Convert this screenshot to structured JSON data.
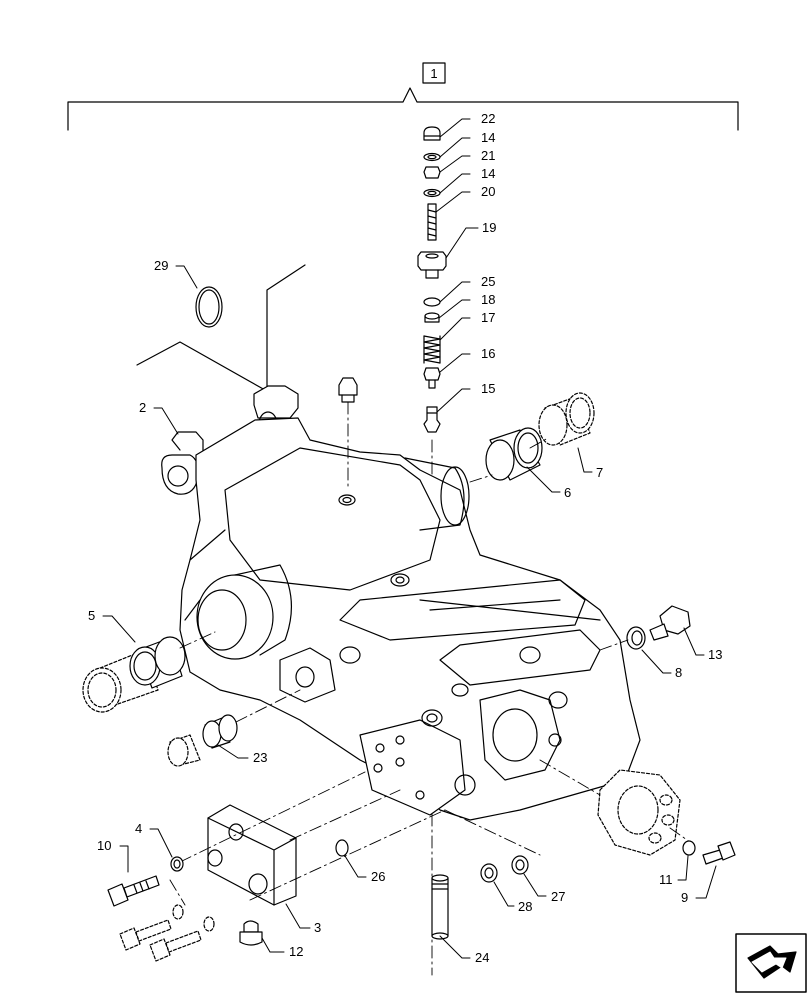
{
  "assembly": {
    "label": "1"
  },
  "parts": [
    {
      "id": "p22",
      "label": "22"
    },
    {
      "id": "p14a",
      "label": "14"
    },
    {
      "id": "p21",
      "label": "21"
    },
    {
      "id": "p14b",
      "label": "14"
    },
    {
      "id": "p20",
      "label": "20"
    },
    {
      "id": "p19",
      "label": "19"
    },
    {
      "id": "p25",
      "label": "25"
    },
    {
      "id": "p18",
      "label": "18"
    },
    {
      "id": "p17",
      "label": "17"
    },
    {
      "id": "p16",
      "label": "16"
    },
    {
      "id": "p15",
      "label": "15"
    },
    {
      "id": "p29",
      "label": "29"
    },
    {
      "id": "p2",
      "label": "2"
    },
    {
      "id": "p7",
      "label": "7"
    },
    {
      "id": "p6",
      "label": "6"
    },
    {
      "id": "p5",
      "label": "5"
    },
    {
      "id": "p13",
      "label": "13"
    },
    {
      "id": "p8",
      "label": "8"
    },
    {
      "id": "p23",
      "label": "23"
    },
    {
      "id": "p4",
      "label": "4"
    },
    {
      "id": "p10",
      "label": "10"
    },
    {
      "id": "p26",
      "label": "26"
    },
    {
      "id": "p3",
      "label": "3"
    },
    {
      "id": "p12",
      "label": "12"
    },
    {
      "id": "p24",
      "label": "24"
    },
    {
      "id": "p28",
      "label": "28"
    },
    {
      "id": "p27",
      "label": "27"
    },
    {
      "id": "p11",
      "label": "11"
    },
    {
      "id": "p9",
      "label": "9"
    }
  ],
  "icons": {
    "nav": "next-page-arrow-icon"
  }
}
